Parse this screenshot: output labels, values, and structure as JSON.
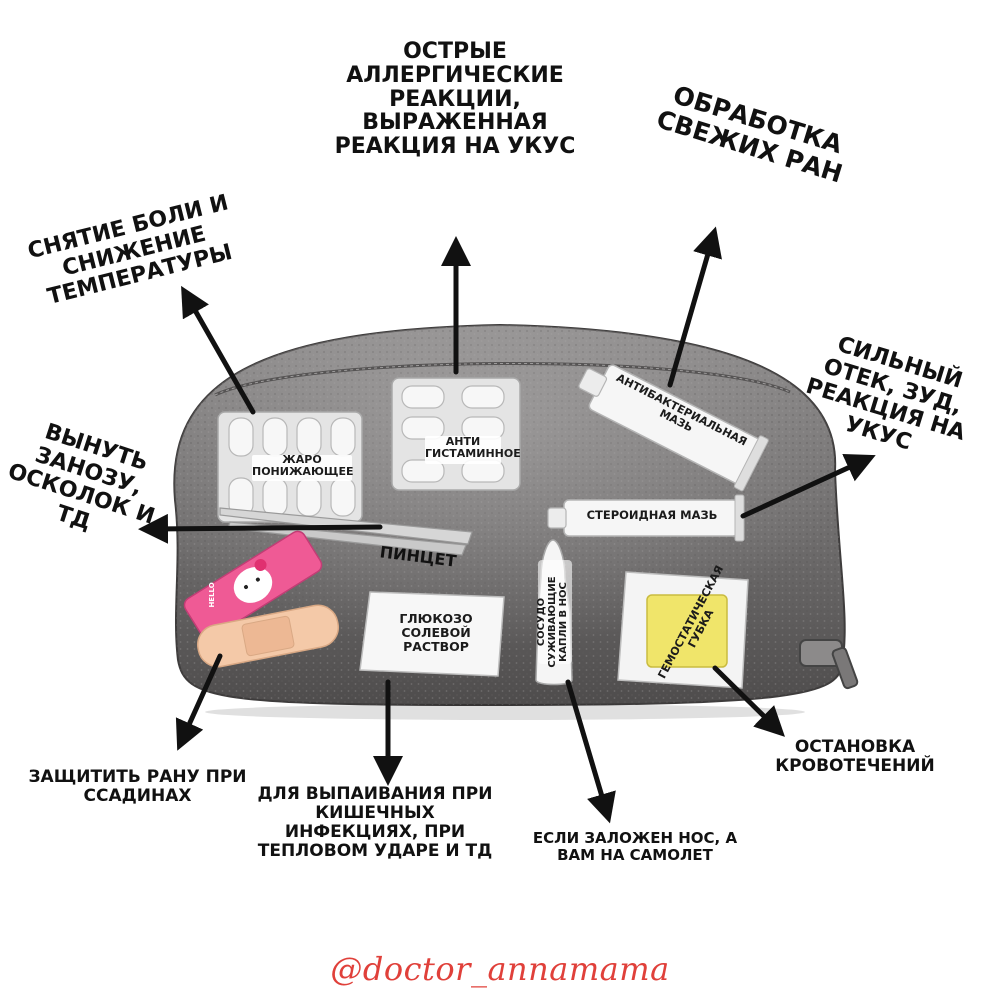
{
  "colors": {
    "bag": "#7a7878",
    "bag_dark": "#4f4d4d",
    "text": "#111111",
    "signature": "#e0403a",
    "sponge": "#f0e56a",
    "plaster": "#f4c9a8",
    "sticker": "#ef5a95"
  },
  "items": {
    "antipyretic": "ЖАРО ПОНИЖАЮЩЕЕ",
    "antihistamine": "АНТИ ГИСТАМИННОЕ",
    "antibacterial_ointment": "АНТИБАКТЕРИАЛЬНАЯ МАЗЬ",
    "steroid_ointment": "СТЕРОИДНАЯ МАЗЬ",
    "tweezers": "ПИНЦЕТ",
    "saline": "ГЛЮКОЗО СОЛЕВОЙ РАСТВОР",
    "nasal_drops": "СОСУДО СУЖИВАЮЩИЕ КАПЛИ В НОС",
    "hemostatic_sponge": "ГЕМОСТАТИЧЕСКАЯ ГУБКА",
    "sticker_text": "HELLO"
  },
  "captions": {
    "pain_fever": "СНЯТИЕ БОЛИ И СНИЖЕНИЕ ТЕМПЕРАТУРЫ",
    "allergy": "ОСТРЫЕ АЛЛЕРГИЧЕСКИЕ РЕАКЦИИ, ВЫРАЖЕННАЯ РЕАКЦИЯ НА УКУС",
    "wounds": "ОБРАБОТКА СВЕЖИХ РАН",
    "swelling": "СИЛЬНЫЙ ОТЕК, ЗУД, РЕАКЦИЯ НА УКУС",
    "splinter": "ВЫНУТЬ ЗАНОЗУ, ОСКОЛОК И ТД",
    "abrasions": "ЗАЩИТИТЬ РАНУ ПРИ ССАДИНАХ",
    "rehydration": "ДЛЯ ВЫПАИВАНИЯ ПРИ КИШЕЧНЫХ ИНФЕКЦИЯХ, ПРИ ТЕПЛОВОМ УДАРЕ И ТД",
    "nose": "ЕСЛИ ЗАЛОЖЕН НОС, А ВАМ НА САМОЛЕТ",
    "bleeding": "ОСТАНОВКА КРОВОТЕЧЕНИЙ"
  },
  "signature": "@doctor_annamama"
}
